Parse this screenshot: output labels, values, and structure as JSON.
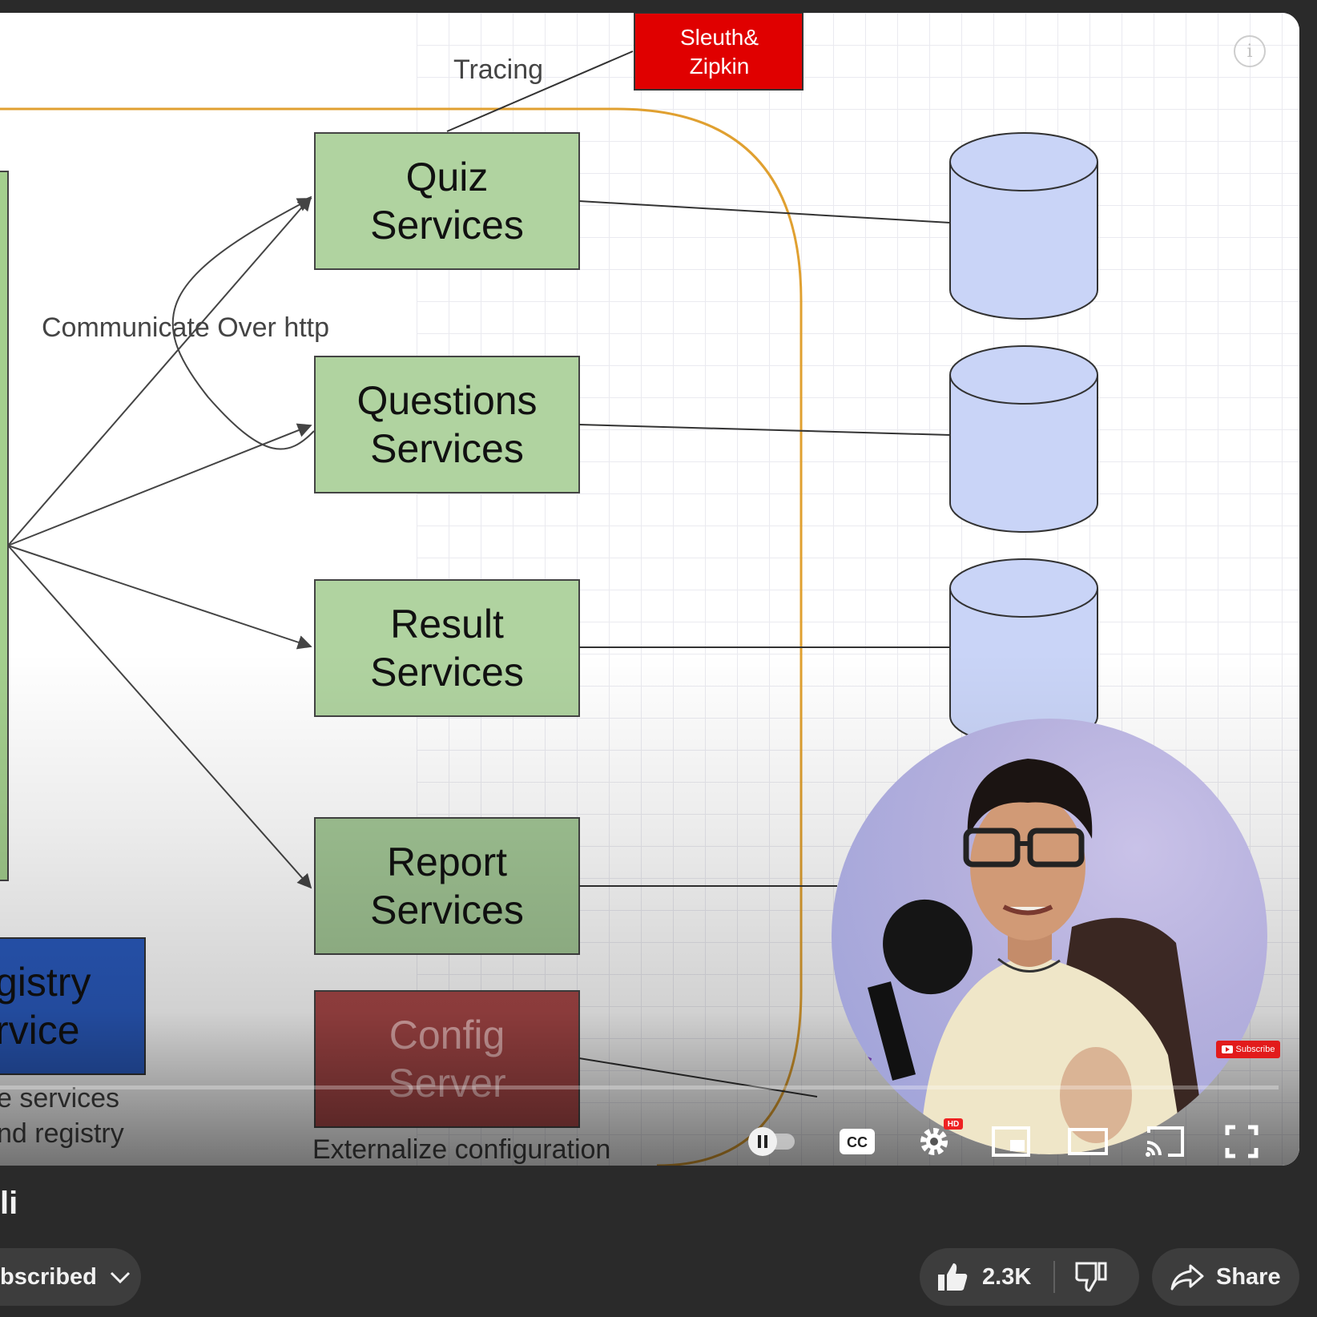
{
  "video": {
    "diagram": {
      "tracing_label": "Tracing",
      "sleuth_line1": "Sleuth&",
      "sleuth_line2": "Zipkin",
      "communicate_label": "Communicate Over http",
      "services": [
        {
          "line1": "Quiz",
          "line2": "Services"
        },
        {
          "line1": "Questions",
          "line2": "Services"
        },
        {
          "line1": "Result",
          "line2": "Services"
        },
        {
          "line1": "Report",
          "line2": "Services"
        }
      ],
      "config_line1": "Config",
      "config_line2": "Server",
      "registry_line1": "gistry",
      "registry_line2": "rvice",
      "registry_caption_line1": "e services",
      "registry_caption_line2": "nd registry",
      "externalize_caption": "Externalize configuration"
    },
    "info_icon": "i",
    "subscribe_badge": "Subscribe",
    "hd_badge": "HD",
    "icons": {
      "pause": "pause-icon",
      "autoplay": "autoplay-toggle",
      "captions": "CC",
      "settings": "gear-icon",
      "miniplayer": "miniplayer-icon",
      "theater": "theater-icon",
      "cast": "cast-icon",
      "fullscreen": "fullscreen-icon"
    }
  },
  "below": {
    "title_fragment": "li",
    "subscribed_label": "bscribed",
    "like_count": "2.3K",
    "share_label": "Share"
  },
  "colors": {
    "service_green": "#b0d3a0",
    "config_red": "#a94848",
    "registry_blue": "#2a5bbf",
    "sleuth_red": "#e00000",
    "db_blue": "#c9d4f7",
    "boundary_orange": "#e0a030"
  }
}
